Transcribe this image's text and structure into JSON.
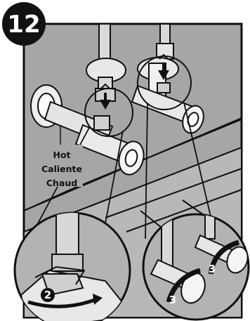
{
  "step": {
    "number": "12"
  },
  "label": {
    "en": "Hot",
    "es": "Caliente",
    "fr": "Chaud"
  },
  "markers": {
    "tighten_left": "2",
    "turn_a": "3",
    "turn_b": "3"
  },
  "colors": {
    "frame_gray": "#a6a6a6",
    "wall_gray": "#a8a8a8",
    "lines": "#111111",
    "badge": "#111111",
    "inset_bg": "#b3b3b3"
  },
  "icons": [
    "down-arrow-icon",
    "down-arrow-icon",
    "rotation-arrow-icon"
  ]
}
